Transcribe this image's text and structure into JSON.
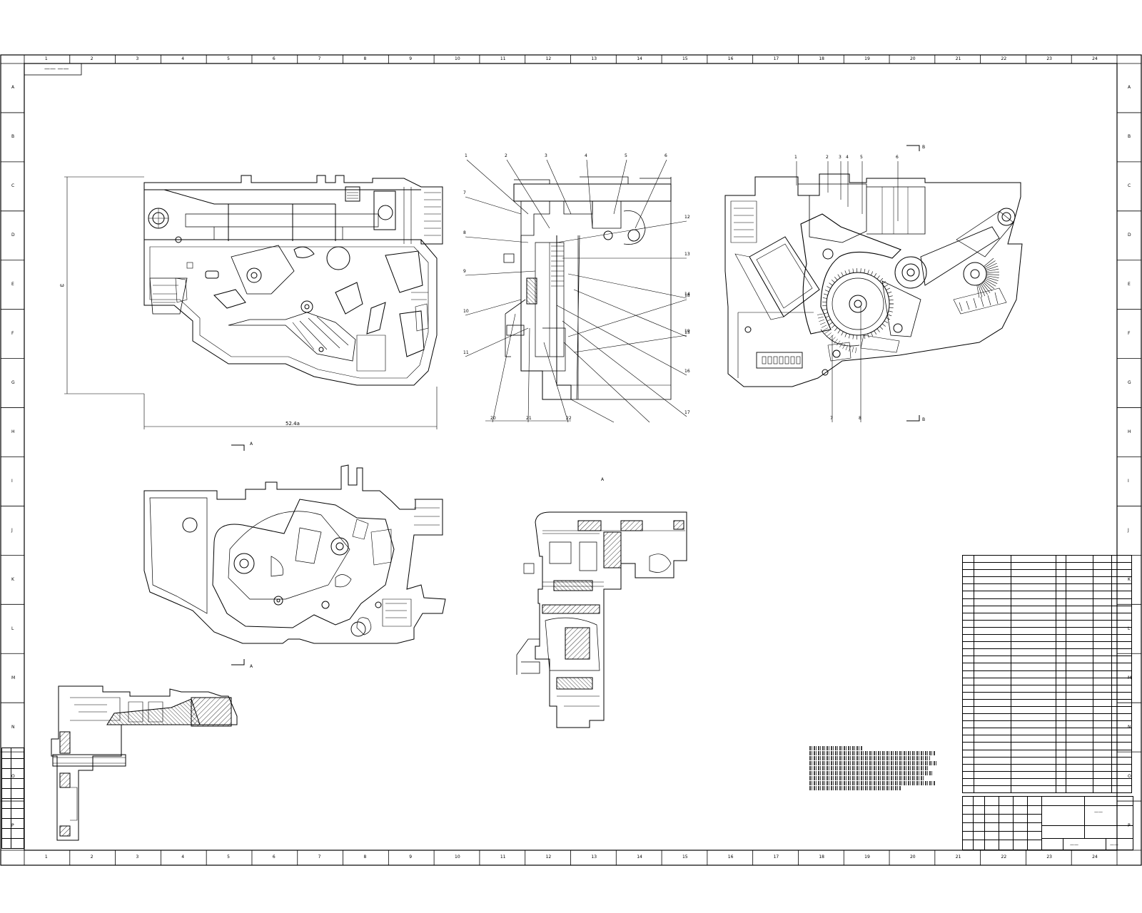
{
  "sheet": {
    "title": "Assembly drawing — mechanism sheet",
    "top_zone_labels": [
      "1",
      "2",
      "3",
      "4",
      "5",
      "6",
      "7",
      "8",
      "9",
      "10",
      "11",
      "12",
      "13",
      "14",
      "15",
      "16",
      "17",
      "18",
      "19",
      "20",
      "21",
      "22",
      "23",
      "24"
    ],
    "side_zone_labels": [
      "A",
      "B",
      "C",
      "D",
      "E",
      "F",
      "G",
      "H",
      "I",
      "J",
      "K",
      "L",
      "M",
      "N",
      "O",
      "P"
    ],
    "corner_tag": "—— ——"
  },
  "dimensions": {
    "width_front": "52.4a",
    "height_front": "ω"
  },
  "views": {
    "section_mark_top": "A",
    "section_mark_left_top": "A",
    "section_mark_left_bottom": "A",
    "section_mark_right_top": "B",
    "section_mark_right_bottom": "B",
    "center_mark": "A"
  },
  "callouts": {
    "mid_top": [
      "1",
      "2",
      "3",
      "4",
      "5",
      "6"
    ],
    "mid_left": [
      "7",
      "8",
      "9",
      "10",
      "11"
    ],
    "mid_right": [
      "12",
      "13",
      "14",
      "15",
      "16",
      "17",
      "18",
      "19"
    ],
    "mid_bottom": [
      "20",
      "21",
      "22"
    ],
    "right_top": [
      "1",
      "2",
      "3",
      "4",
      "5",
      "6"
    ],
    "right_bottom": [
      "7",
      "8"
    ]
  },
  "bom": {
    "rows": 33,
    "cols": 7
  },
  "title_block": {
    "drawing_name": "——",
    "scale": "——",
    "sheet_no": "——"
  }
}
